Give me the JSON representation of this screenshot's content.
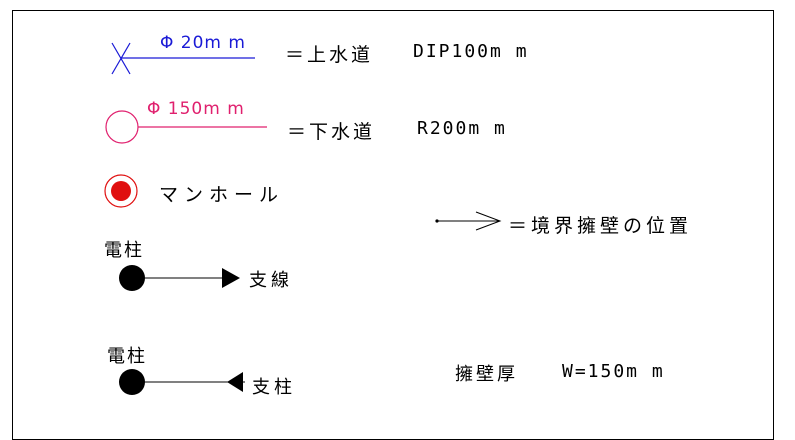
{
  "water": {
    "size": "Φ 20m m",
    "desc": "＝上水道",
    "spec": "DIP100m m",
    "color": "#1a1ad6"
  },
  "sewer": {
    "size": "Φ 150m m",
    "desc": "＝下水道",
    "spec": "R200m m",
    "color": "#e0206e"
  },
  "manhole": {
    "label": "マンホール",
    "color": "#e01010"
  },
  "boundary": {
    "label": "＝境界擁壁の位置"
  },
  "pole1": {
    "top_label": "電柱",
    "side_label": "支線"
  },
  "pole2": {
    "top_label": "電柱",
    "side_label": "支柱"
  },
  "wall": {
    "label": "擁壁厚",
    "value": "W=150m m"
  }
}
